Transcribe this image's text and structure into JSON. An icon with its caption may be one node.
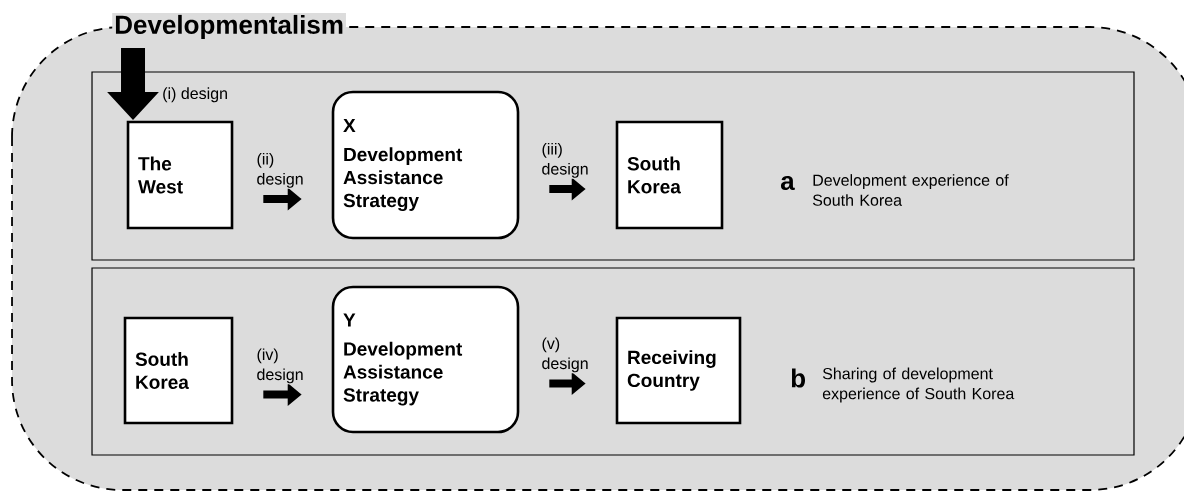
{
  "diagram": {
    "nodes": [
      {
        "text": [
          "Developmentalism"
        ]
      },
      {
        "text": [
          "a",
          "Development experience of South Korea"
        ],
        "in": 0
      },
      {
        "text": [
          "The West"
        ],
        "in": 1
      },
      {
        "text": [
          "X",
          "Development Assistance Strategy"
        ],
        "in": 1
      },
      {
        "text": [
          "South Korea"
        ],
        "in": 1
      },
      {
        "text": [
          "b",
          "Sharing of development experience of South Korea"
        ],
        "in": 0
      },
      {
        "text": [
          "South Korea"
        ],
        "in": 5
      },
      {
        "text": [
          "Y",
          "Development Assistance Strategy"
        ],
        "in": 5
      },
      {
        "text": [
          "Receiving Country"
        ],
        "in": 5
      }
    ],
    "edges": [
      {
        "from": null,
        "to": 2,
        "arrow": "to",
        "label": "(i) design",
        "style": "thick"
      },
      {
        "from": 2,
        "to": 3,
        "arrow": "to",
        "label": "(ii) design"
      },
      {
        "from": 3,
        "to": 4,
        "arrow": "to",
        "label": "(iii) design"
      },
      {
        "from": 6,
        "to": 7,
        "arrow": "to",
        "label": "(iv) design"
      },
      {
        "from": 7,
        "to": 8,
        "arrow": "to",
        "label": "(v) design"
      }
    ]
  }
}
